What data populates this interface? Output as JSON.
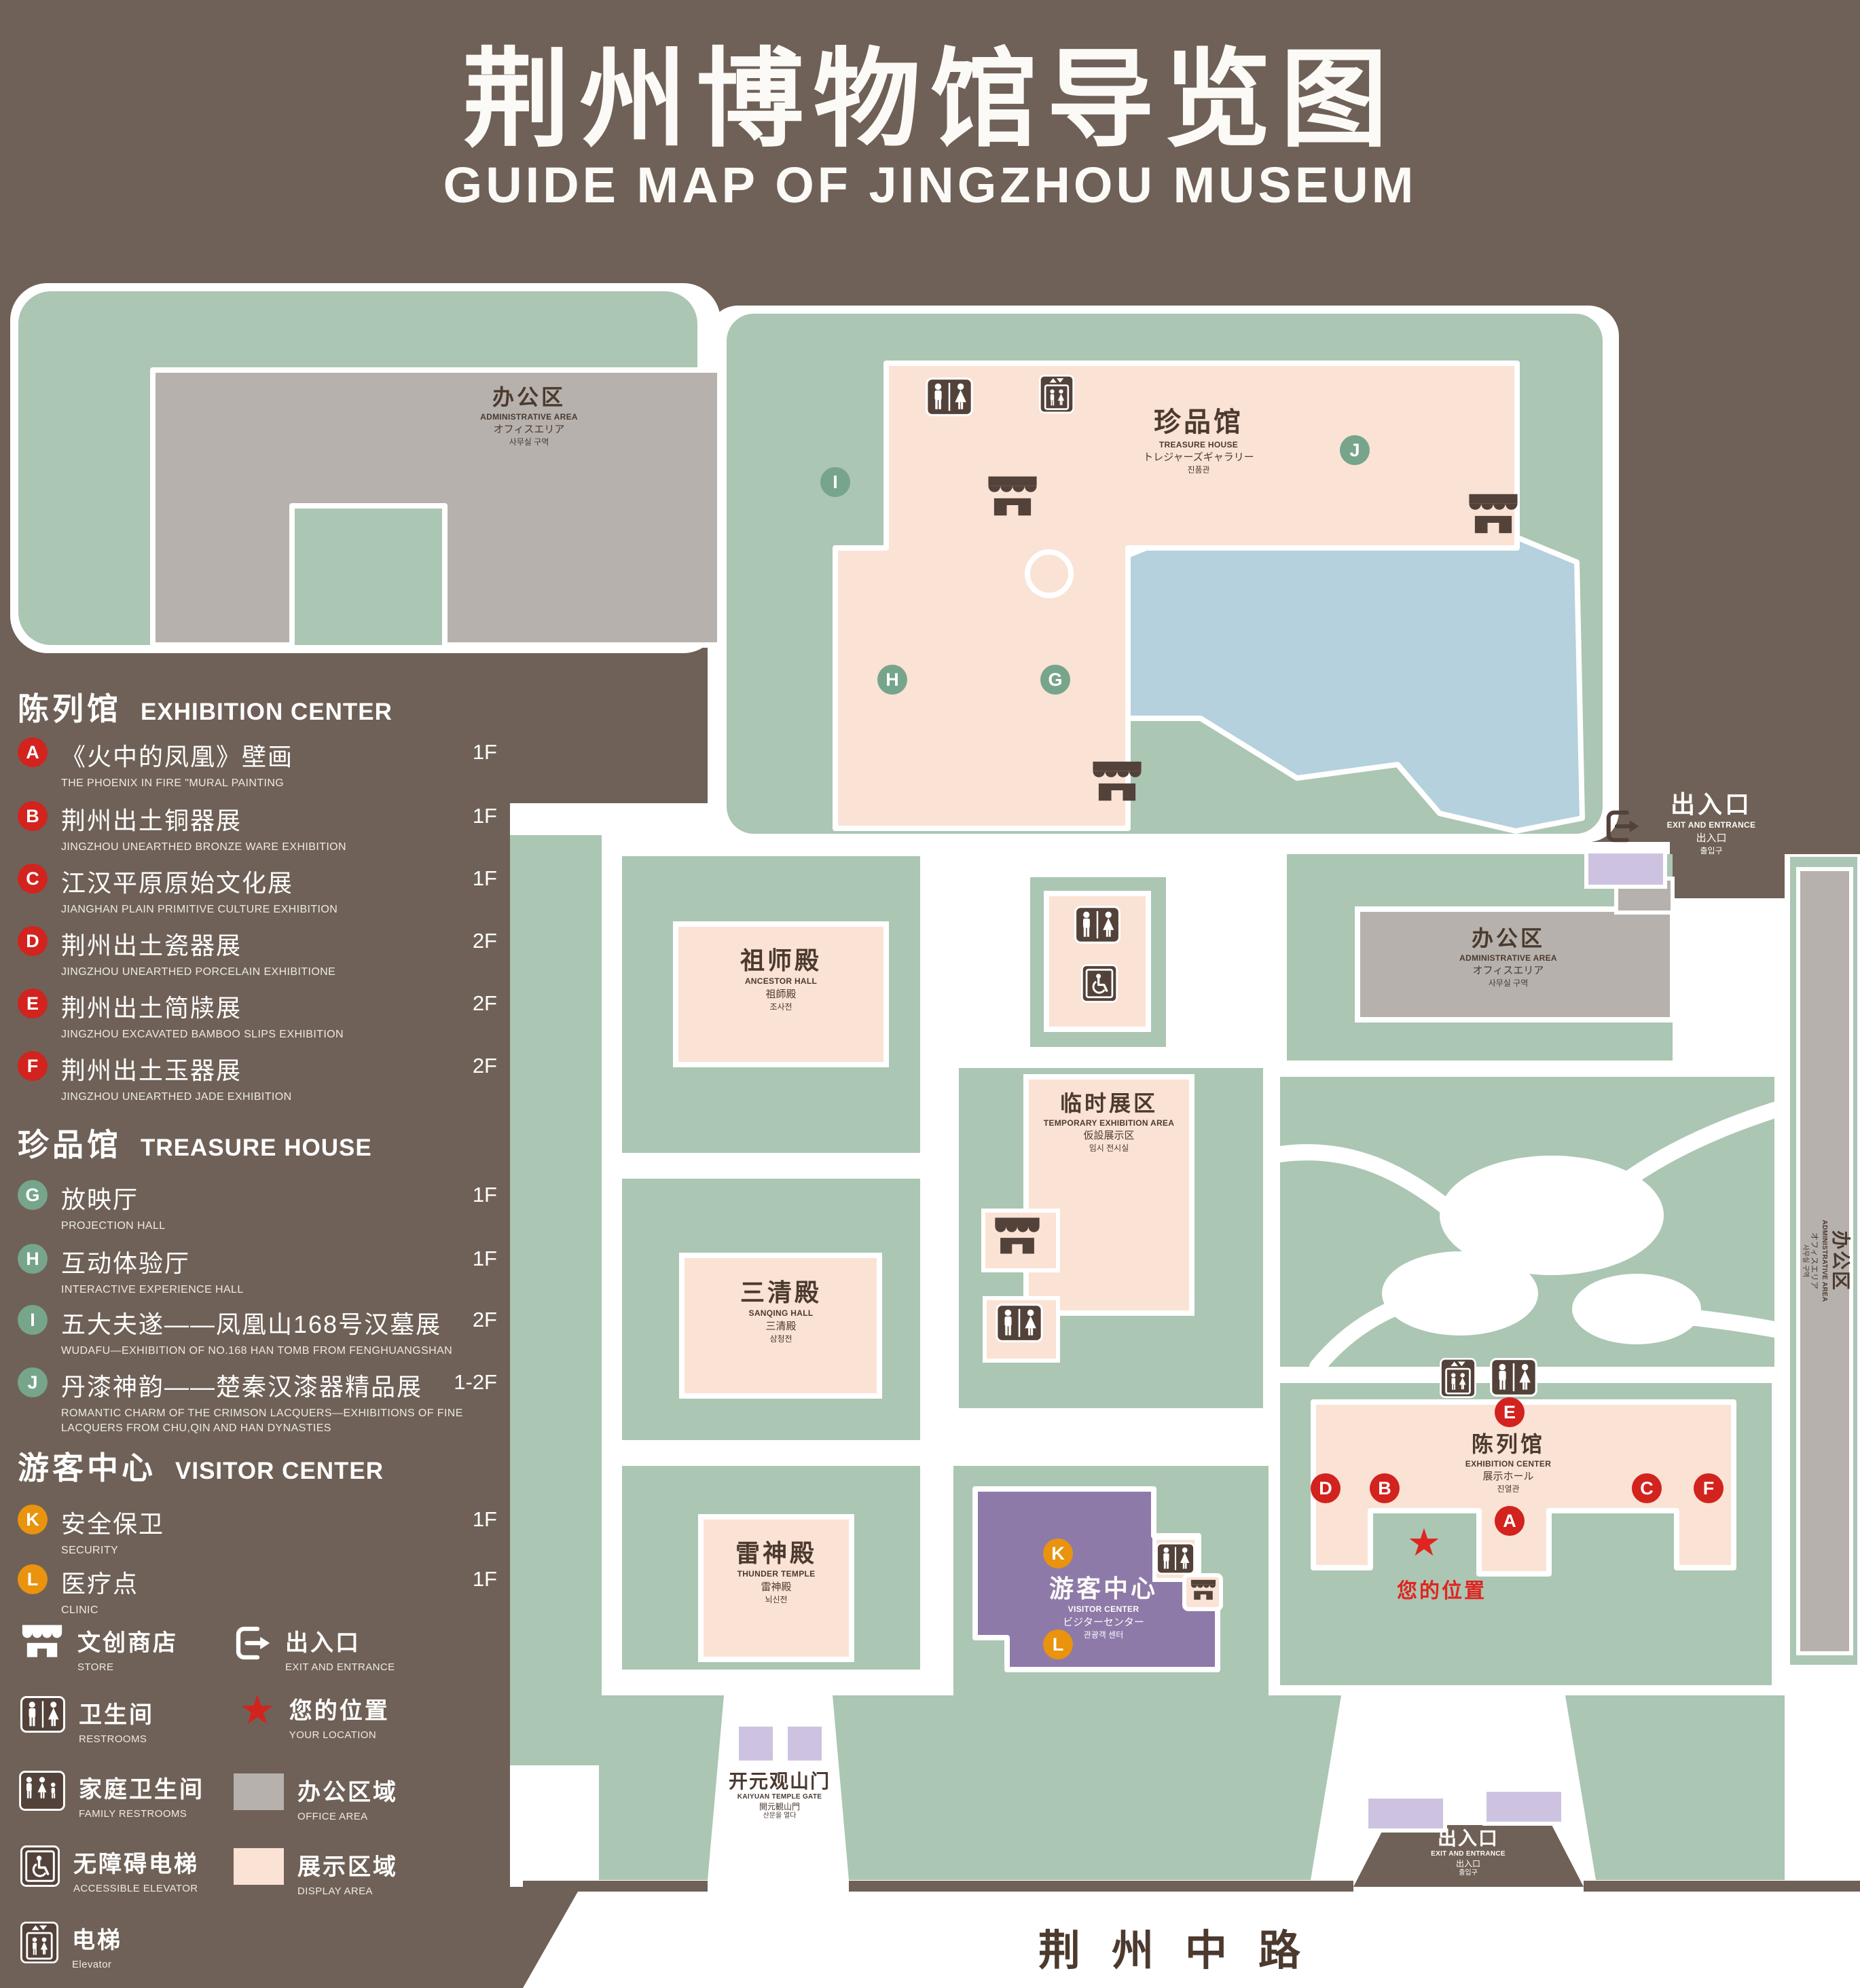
{
  "header": {
    "title_zh": "荆州博物馆导览图",
    "title_en": "GUIDE MAP OF JINGZHOU MUSEUM"
  },
  "colors": {
    "background": "#6f6157",
    "lawn_green": "#abc6b3",
    "display_pink": "#fae2d5",
    "office_gray": "#b6b1ac",
    "visitor_purple": "#8d7aa9",
    "gate_lavender": "#cdc3e0",
    "pond_blue": "#b4d1dd",
    "icon_brown": "#53423a",
    "marker_red": "#d2231e",
    "marker_green": "#76a58b",
    "marker_orange": "#e9930e"
  },
  "legend": {
    "sections": [
      {
        "title_zh": "陈列馆",
        "title_en": "EXHIBITION CENTER",
        "items": [
          {
            "letter": "A",
            "zh": "《火中的凤凰》壁画",
            "en": "THE PHOENIX IN FIRE \"MURAL PAINTING",
            "floor": "1F"
          },
          {
            "letter": "B",
            "zh": "荆州出土铜器展",
            "en": "JINGZHOU UNEARTHED BRONZE WARE EXHIBITION",
            "floor": "1F"
          },
          {
            "letter": "C",
            "zh": "江汉平原原始文化展",
            "en": "JIANGHAN PLAIN PRIMITIVE CULTURE EXHIBITION",
            "floor": "1F"
          },
          {
            "letter": "D",
            "zh": "荆州出土瓷器展",
            "en": "JINGZHOU UNEARTHED PORCELAIN EXHIBITIONE",
            "floor": "2F"
          },
          {
            "letter": "E",
            "zh": "荆州出土简牍展",
            "en": "JINGZHOU EXCAVATED BAMBOO SLIPS EXHIBITION",
            "floor": "2F"
          },
          {
            "letter": "F",
            "zh": "荆州出土玉器展",
            "en": "JINGZHOU UNEARTHED JADE EXHIBITION",
            "floor": "2F"
          }
        ]
      },
      {
        "title_zh": "珍品馆",
        "title_en": "TREASURE HOUSE",
        "items": [
          {
            "letter": "G",
            "zh": "放映厅",
            "en": "PROJECTION HALL",
            "floor": "1F"
          },
          {
            "letter": "H",
            "zh": "互动体验厅",
            "en": "INTERACTIVE EXPERIENCE HALL",
            "floor": "1F"
          },
          {
            "letter": "I",
            "zh": "五大夫遂——凤凰山168号汉墓展",
            "en": "WUDAFU—EXHIBITION OF NO.168 HAN TOMB FROM FENGHUANGSHAN",
            "floor": "2F"
          },
          {
            "letter": "J",
            "zh": "丹漆神韵——楚秦汉漆器精品展",
            "en": "ROMANTIC CHARM OF THE CRIMSON LACQUERS—EXHIBITIONS OF FINE LACQUERS FROM CHU,QIN AND HAN DYNASTIES",
            "floor": "1-2F"
          }
        ]
      },
      {
        "title_zh": "游客中心",
        "title_en": "VISITOR CENTER",
        "items": [
          {
            "letter": "K",
            "zh": "安全保卫",
            "en": "SECURITY",
            "floor": "1F"
          },
          {
            "letter": "L",
            "zh": "医疗点",
            "en": "CLINIC",
            "floor": "1F"
          }
        ]
      }
    ],
    "symbols": [
      {
        "zh": "文创商店",
        "en": "STORE"
      },
      {
        "zh": "出入口",
        "en": "EXIT AND ENTRANCE"
      },
      {
        "zh": "卫生间",
        "en": "RESTROOMS"
      },
      {
        "zh": "您的位置",
        "en": "YOUR LOCATION"
      },
      {
        "zh": "家庭卫生间",
        "en": "FAMILY RESTROOMS"
      },
      {
        "zh": "办公区域",
        "en": "OFFICE AREA"
      },
      {
        "zh": "无障碍电梯",
        "en": "ACCESSIBLE ELEVATOR"
      },
      {
        "zh": "展示区域",
        "en": "DISPLAY AREA"
      },
      {
        "zh": "电梯",
        "en": "Elevator"
      }
    ]
  },
  "map": {
    "labels": {
      "admin_top_left": {
        "zh": "办公区",
        "en": "ADMINISTRATIVE AREA",
        "l3": "オフィスエリア",
        "l4": "사무실 구역"
      },
      "treasure_house": {
        "zh": "珍品馆",
        "en": "TREASURE HOUSE",
        "l3": "トレジャーズギャラリー",
        "l4": "진품관"
      },
      "admin_right": {
        "zh": "办公区",
        "en": "ADMINISTRATIVE AREA",
        "l3": "オフィスエリア",
        "l4": "사무실 구역"
      },
      "admin_far_right": {
        "zh": "办公区",
        "en": "ADMINISTRATIVE AREA",
        "l3": "オフィスエリア",
        "l4": "사무실 구역"
      },
      "ancestor_hall": {
        "zh": "祖师殿",
        "en": "ANCESTOR HALL",
        "l3": "祖師殿",
        "l4": "조사전"
      },
      "temporary_area": {
        "zh": "临时展区",
        "en": "TEMPORARY EXHIBITION AREA",
        "l3": "仮設展示区",
        "l4": "임시 전시실"
      },
      "sanqing_hall": {
        "zh": "三清殿",
        "en": "SANQING HALL",
        "l3": "三清殿",
        "l4": "삼청전"
      },
      "thunder_temple": {
        "zh": "雷神殿",
        "en": "THUNDER TEMPLE",
        "l3": "雷神殿",
        "l4": "뇌신전"
      },
      "visitor_center": {
        "zh": "游客中心",
        "en": "VISITOR CENTER",
        "l3": "ビジターセンター",
        "l4": "관광객 센터"
      },
      "exhibition_center": {
        "zh": "陈列馆",
        "en": "EXHIBITION CENTER",
        "l3": "展示ホール",
        "l4": "진열관"
      },
      "exit_right": {
        "zh": "出入口",
        "en": "EXIT AND ENTRANCE",
        "l3": "出入口",
        "l4": "출입구"
      },
      "exit_bottom": {
        "zh": "出入口",
        "en": "EXIT AND ENTRANCE",
        "l3": "出入口",
        "l4": "출입구"
      },
      "gate": {
        "zh": "开元观山门",
        "en": "KAIYUAN TEMPLE GATE",
        "l3": "開元観山門",
        "l4": "산문을 열다"
      },
      "your_location": "您的位置",
      "road": "荆州中路"
    },
    "markers": {
      "A": "A",
      "B": "B",
      "C": "C",
      "D": "D",
      "E": "E",
      "F": "F",
      "G": "G",
      "H": "H",
      "I": "I",
      "J": "J",
      "K": "K",
      "L": "L"
    }
  }
}
